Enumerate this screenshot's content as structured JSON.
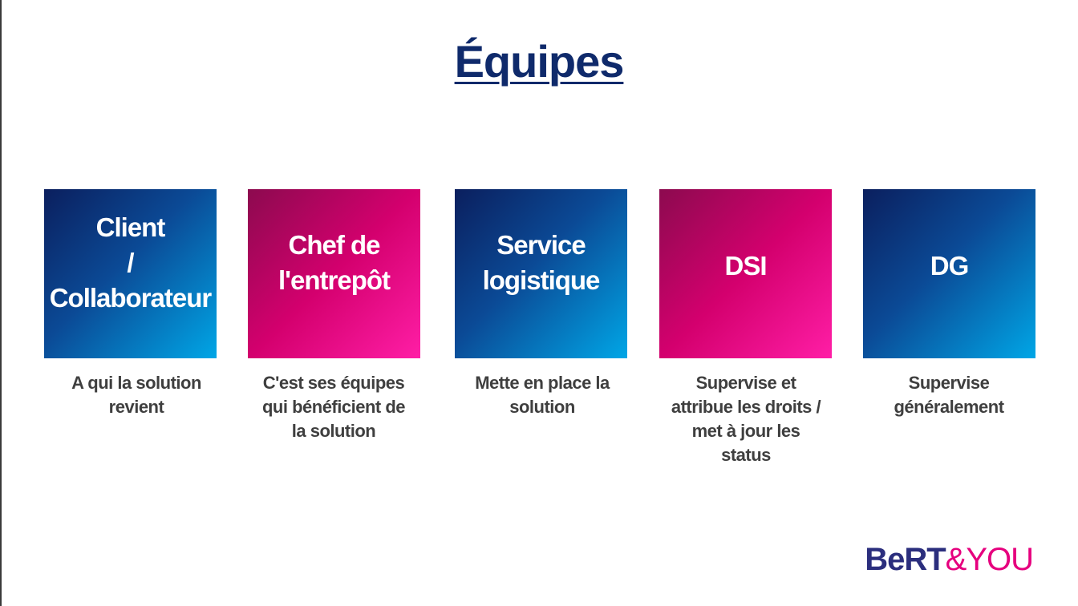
{
  "title": "Équipes",
  "cards": [
    {
      "label": "Client\n/\nCollaborateur",
      "description": "A qui la solution\nrevient",
      "color": "blue"
    },
    {
      "label": "Chef de\nl'entrepôt",
      "description": "C'est ses équipes\nqui bénéficient de\nla solution",
      "color": "pink"
    },
    {
      "label": "Service\nlogistique",
      "description": "Mette en place la\nsolution",
      "color": "blue"
    },
    {
      "label": "DSI",
      "description": "Supervise et\nattribue les droits /\nmet à jour les\nstatus",
      "color": "pink"
    },
    {
      "label": "DG",
      "description": "Supervise\ngénéralement",
      "color": "blue"
    }
  ],
  "logo": {
    "part1": "BeRT",
    "part2": "&YOU"
  },
  "colors": {
    "blue_dark": "#0b1f5e",
    "blue_light": "#00a6e6",
    "pink_dark": "#8c0a4f",
    "pink_light": "#ff1ea6",
    "title": "#0f2a6b",
    "logo_blue": "#2b2e7d",
    "logo_pink": "#e6007e"
  }
}
